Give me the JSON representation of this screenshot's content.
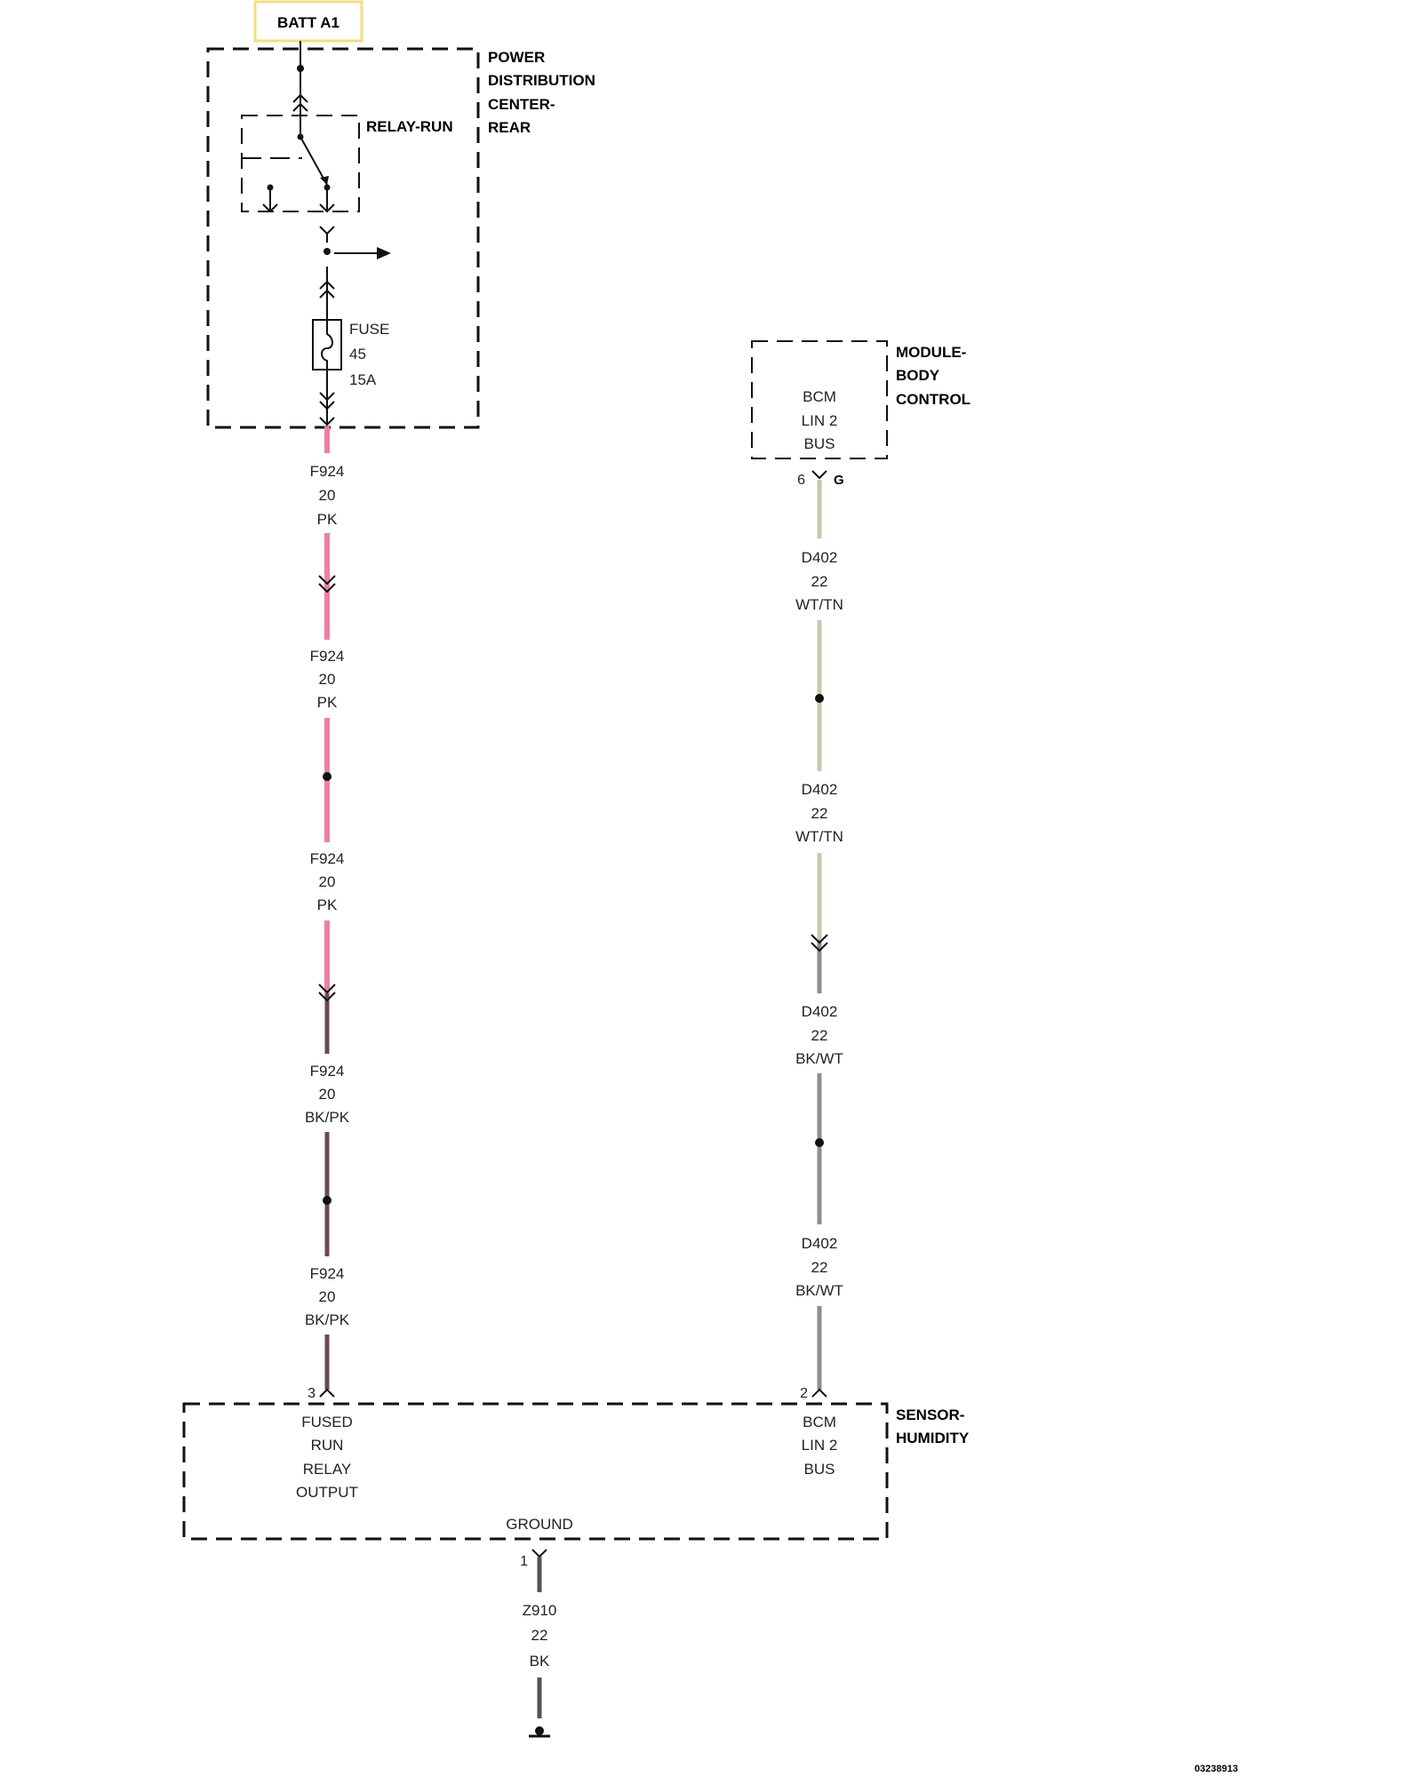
{
  "batt": {
    "label": "BATT A1"
  },
  "pdc": {
    "l1": "POWER",
    "l2": "DISTRIBUTION",
    "l3": "CENTER-",
    "l4": "REAR",
    "relay": "RELAY-RUN"
  },
  "fuse": {
    "label": "FUSE",
    "number": "45",
    "rating": "15A"
  },
  "bcm": {
    "title1": "MODULE-",
    "title2": "BODY",
    "title3": "CONTROL",
    "pin1": "BCM",
    "pin2": "LIN 2",
    "pin3": "BUS",
    "connector_pin": "6",
    "connector_id": "G"
  },
  "wires_left": [
    {
      "circuit": "F924",
      "gauge": "20",
      "color": "PK"
    },
    {
      "circuit": "F924",
      "gauge": "20",
      "color": "PK"
    },
    {
      "circuit": "F924",
      "gauge": "20",
      "color": "PK"
    },
    {
      "circuit": "F924",
      "gauge": "20",
      "color": "BK/PK"
    },
    {
      "circuit": "F924",
      "gauge": "20",
      "color": "BK/PK"
    }
  ],
  "wires_right": [
    {
      "circuit": "D402",
      "gauge": "22",
      "color": "WT/TN"
    },
    {
      "circuit": "D402",
      "gauge": "22",
      "color": "WT/TN"
    },
    {
      "circuit": "D402",
      "gauge": "22",
      "color": "BK/WT"
    },
    {
      "circuit": "D402",
      "gauge": "22",
      "color": "BK/WT"
    }
  ],
  "sensor": {
    "title1": "SENSOR-",
    "title2": "HUMIDITY",
    "left_pin": "3",
    "left1": "FUSED",
    "left2": "RUN",
    "left3": "RELAY",
    "left4": "OUTPUT",
    "right_pin": "2",
    "right1": "BCM",
    "right2": "LIN 2",
    "right3": "BUS",
    "ground_label": "GROUND",
    "ground_pin": "1"
  },
  "ground_wire": {
    "circuit": "Z910",
    "gauge": "22",
    "color": "BK"
  },
  "figure_id": "03238913",
  "colors": {
    "pink": "#ee7fa6",
    "bkpk": "#6b4a52",
    "wttn": "#c9c6ac",
    "bkwt": "#8e8e8e",
    "bk": "#555555",
    "batt_border": "#f3dd84"
  }
}
